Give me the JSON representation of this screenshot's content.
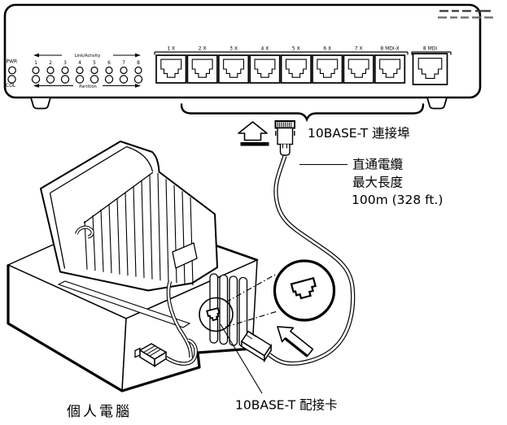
{
  "title": "10BASE-T hub to PC connection diagram",
  "hub": {
    "power_led_label": "PWR",
    "collision_led_label": "COL",
    "link_activity_label": "Link/Activity",
    "partition_label": "Partition",
    "led_numbers": [
      "1",
      "2",
      "3",
      "4",
      "5",
      "6",
      "7",
      "8"
    ],
    "port_labels": [
      "1 X",
      "2 X",
      "3 X",
      "4 X",
      "5 X",
      "6 X",
      "7 X",
      "8 MDI-X",
      "8 MDI"
    ]
  },
  "annotations": {
    "ports_label": "10BASE-T 連接埠",
    "cable_label_line1": "直通電纜",
    "cable_label_line2": "最大長度",
    "cable_label_line3": "100m (328 ft.)",
    "adapter_label": "10BASE-T  配接卡",
    "pc_label": "個人電腦"
  },
  "colors": {
    "line": "#000000",
    "background": "#ffffff"
  }
}
